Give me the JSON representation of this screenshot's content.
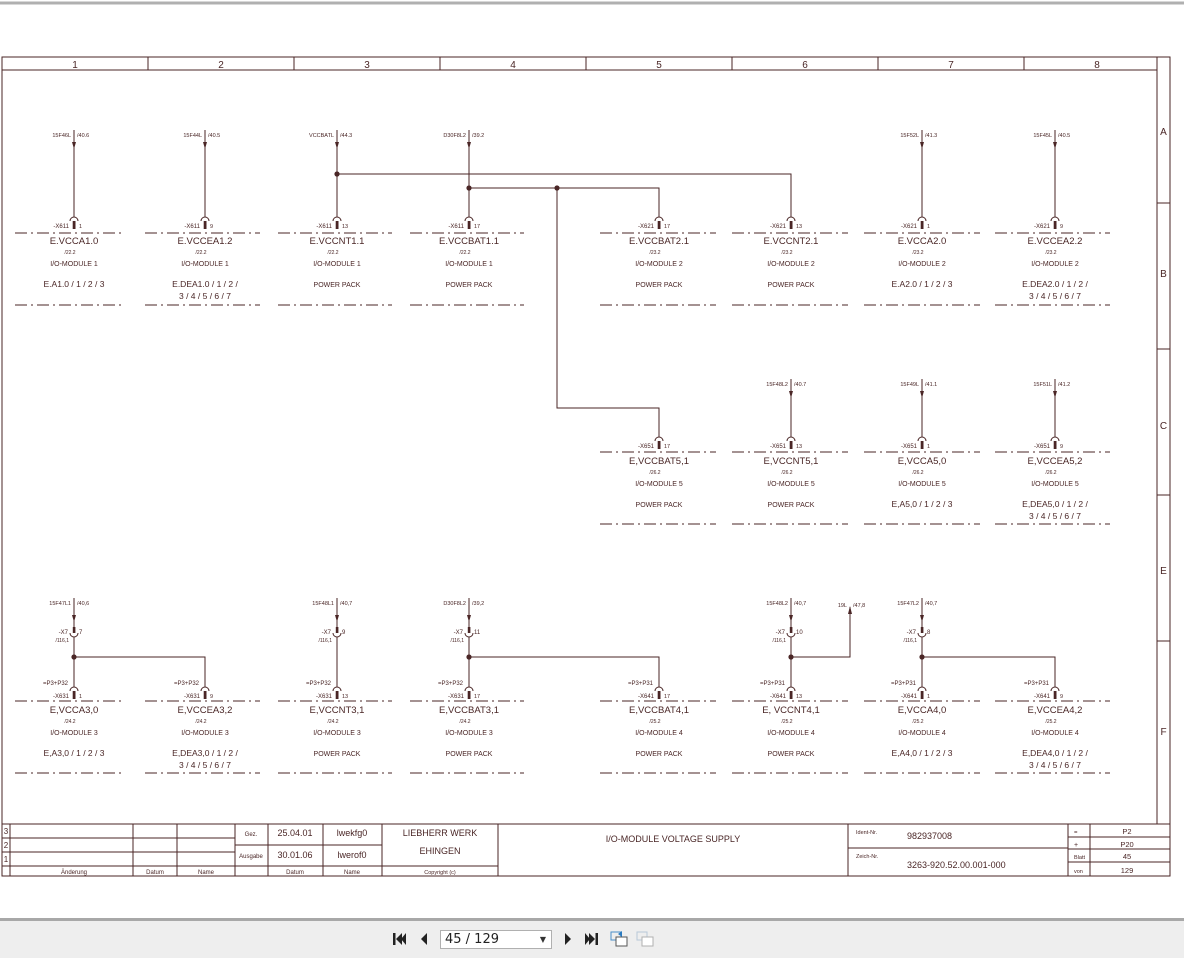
{
  "grid": {
    "columns": [
      "1",
      "2",
      "3",
      "4",
      "5",
      "6",
      "7",
      "8"
    ],
    "rows": [
      "A",
      "B",
      "C",
      "E",
      "F"
    ]
  },
  "components": [
    {
      "grid": "1B",
      "source": {
        "label": "15F46L",
        "ref": "/40.6"
      },
      "connector": "-X611",
      "pin": "1",
      "name": "E.VCCA1.0",
      "ref": "/22.2",
      "module": "I/O-MODULE  1",
      "desc": [
        "E.A1.0 / 1 / 2 / 3"
      ]
    },
    {
      "grid": "2B",
      "source": {
        "label": "15F44L",
        "ref": "/40.5"
      },
      "connector": "-X611",
      "pin": "9",
      "name": "E.VCCEA1.2",
      "ref": "/22.2",
      "module": "I/O-MODULE  1",
      "desc": [
        "E.DEA1.0 / 1 / 2 /",
        "3 / 4 / 5 / 6 / 7"
      ]
    },
    {
      "grid": "3B",
      "source": {
        "label": "VCCBATL",
        "ref": "/44.3"
      },
      "connector": "-X611",
      "pin": "13",
      "name": "E.VCCNT1.1",
      "ref": "/22.2",
      "module": "I/O-MODULE  1",
      "desc": [
        "POWER PACK"
      ]
    },
    {
      "grid": "4B",
      "source": {
        "label": "D30F8L2",
        "ref": "/39.2"
      },
      "connector": "-X611",
      "pin": "17",
      "name": "E.VCCBAT1.1",
      "ref": "/22.2",
      "module": "I/O-MODULE  1",
      "desc": [
        "POWER PACK"
      ]
    },
    {
      "grid": "5B",
      "connector": "-X621",
      "pin": "17",
      "name": "E.VCCBAT2.1",
      "ref": "/23.2",
      "module": "I/O-MODULE  2",
      "desc": [
        "POWER PACK"
      ]
    },
    {
      "grid": "6B",
      "connector": "-X621",
      "pin": "13",
      "name": "E.VCCNT2.1",
      "ref": "/23.2",
      "module": "I/O-MODULE  2",
      "desc": [
        "POWER PACK"
      ]
    },
    {
      "grid": "7B",
      "source": {
        "label": "15F52L",
        "ref": "/41.3"
      },
      "connector": "-X621",
      "pin": "1",
      "name": "E.VCCA2.0",
      "ref": "/23.2",
      "module": "I/O-MODULE  2",
      "desc": [
        "E.A2.0 / 1 / 2 / 3"
      ]
    },
    {
      "grid": "8B",
      "source": {
        "label": "15F45L",
        "ref": "/40.5"
      },
      "connector": "-X621",
      "pin": "9",
      "name": "E.VCCEA2.2",
      "ref": "/23.2",
      "module": "I/O-MODULE  2",
      "desc": [
        "E.DEA2.0 / 1 / 2 /",
        "3 / 4 / 5 / 6 / 7"
      ]
    },
    {
      "grid": "5C",
      "connector": "-X651",
      "pin": "17",
      "name": "E,VCCBAT5,1",
      "ref": "/26.2",
      "module": "I/O-MODULE 5",
      "desc": [
        "POWER PACK"
      ]
    },
    {
      "grid": "6C",
      "source": {
        "label": "15F48L2",
        "ref": "/40.7"
      },
      "connector": "-X651",
      "pin": "13",
      "name": "E,VCCNT5,1",
      "ref": "/26.2",
      "module": "I/O-MODULE 5",
      "desc": [
        "POWER PACK"
      ]
    },
    {
      "grid": "7C",
      "source": {
        "label": "15F49L",
        "ref": "/41.1"
      },
      "connector": "-X651",
      "pin": "1",
      "name": "E,VCCA5,0",
      "ref": "/26.2",
      "module": "I/O-MODULE 5",
      "desc": [
        "E,A5,0 / 1 / 2 / 3"
      ]
    },
    {
      "grid": "8C",
      "source": {
        "label": "15F51L",
        "ref": "/41.2"
      },
      "connector": "-X651",
      "pin": "9",
      "name": "E,VCCEA5,2",
      "ref": "/26.2",
      "module": "I/O-MODULE 5",
      "desc": [
        "E,DEA5,0 / 1 / 2 /",
        "3 / 4 / 5 / 6 / 7"
      ]
    },
    {
      "grid": "1F",
      "source": {
        "label": "15F47L1",
        "ref": "/40,6"
      },
      "x7": {
        "label": "-X7",
        "pin": "7",
        "ref": "/116,1"
      },
      "prefix": "=P3+P32",
      "connector": "-X631",
      "pin": "1",
      "name": "E,VCCA3,0",
      "ref": "/24.2",
      "module": "I/O-MODULE  3",
      "desc": [
        "E,A3,0 / 1 / 2 / 3"
      ]
    },
    {
      "grid": "2F",
      "prefix": "=P3+P32",
      "connector": "-X631",
      "pin": "9",
      "name": "E,VCCEA3,2",
      "ref": "/24.2",
      "module": "I/O-MODULE  3",
      "desc": [
        "E,DEA3,0 / 1 / 2 /",
        "3 / 4 / 5 / 6 / 7"
      ]
    },
    {
      "grid": "3F",
      "source": {
        "label": "15F48L1",
        "ref": "/40,7"
      },
      "x7": {
        "label": "-X7",
        "pin": "9",
        "ref": "/116,1"
      },
      "prefix": "=P3+P32",
      "connector": "-X631",
      "pin": "13",
      "name": "E,VCCNT3,1",
      "ref": "/24.2",
      "module": "I/O-MODULE  3",
      "desc": [
        "POWER PACK"
      ]
    },
    {
      "grid": "4F",
      "source": {
        "label": "D30F8L2",
        "ref": "/39,2"
      },
      "x7": {
        "label": "-X7",
        "pin": "11",
        "ref": "/116,1"
      },
      "prefix": "=P3+P32",
      "connector": "-X631",
      "pin": "17",
      "name": "E,VCCBAT3,1",
      "ref": "/24.2",
      "module": "I/O-MODULE  3",
      "desc": [
        "POWER PACK"
      ]
    },
    {
      "grid": "5F",
      "prefix": "=P3+P31",
      "connector": "-X641",
      "pin": "17",
      "name": "E,VCCBAT4,1",
      "ref": "/25.2",
      "module": "I/O-MODULE  4",
      "desc": [
        "POWER PACK"
      ]
    },
    {
      "grid": "6F",
      "source": {
        "label": "15F48L2",
        "ref": "/40,7"
      },
      "x7": {
        "label": "-X7",
        "pin": "10",
        "ref": "/116,1"
      },
      "prefix": "=P3+P31",
      "connector": "-X641",
      "pin": "13",
      "name": "E, VCCNT4,1",
      "ref": "/25.2",
      "module": "I/O-MODULE  4",
      "desc": [
        "POWER PACK"
      ]
    },
    {
      "grid": "7F",
      "source": {
        "label": "15F47L2",
        "ref": "/40,7"
      },
      "x7": {
        "label": "-X7",
        "pin": "8",
        "ref": "/116,1"
      },
      "prefix": "=P3+P31",
      "connector": "-X641",
      "pin": "1",
      "name": "E,VCCA4,0",
      "ref": "/25.2",
      "module": "I/O-MODULE  4",
      "desc": [
        "E,A4,0 / 1 / 2 / 3"
      ]
    },
    {
      "grid": "8F",
      "prefix": "=P3+P31",
      "connector": "-X641",
      "pin": "9",
      "name": "E,VCCEA4,2",
      "ref": "/25.2",
      "module": "I/O-MODULE  4",
      "desc": [
        "E,DEA4,0 / 1 / 2 /",
        "3 / 4 / 5 / 6 / 7"
      ]
    }
  ],
  "outgoing": {
    "label": "19L",
    "ref": "/47,8"
  },
  "title_block": {
    "revisions": [
      "3",
      "2",
      "1"
    ],
    "headers": {
      "change": "Änderung",
      "date": "Datum",
      "name": "Name",
      "date2": "Datum",
      "name2": "Name",
      "copyright": "Copyright (c)"
    },
    "drawn_label": "Gez.",
    "drawn_date": "25.04.01",
    "drawn_name": "lwekfg0",
    "issue_label": "Ausgabe",
    "issue_date": "30.01.06",
    "issue_name": "lwerof0",
    "company_line1": "LIEBHERR WERK",
    "company_line2": "EHINGEN",
    "title": "I/O-MODULE VOLTAGE SUPPLY",
    "ident_label": "Ident-Nr.",
    "ident_no": "982937008",
    "drawing_label": "Zeich-Nr.",
    "drawing_no": "3263-920.52.00.001-000",
    "eq_symbol": "=",
    "eq_value": "P2",
    "plus_symbol": "+",
    "plus_value": "P20",
    "sheet_label": "Blatt",
    "sheet_value": "45",
    "of_label": "von",
    "of_value": "129"
  },
  "viewer": {
    "page_indicator": "45 / 129",
    "current_page": 45,
    "total_pages": 129
  }
}
